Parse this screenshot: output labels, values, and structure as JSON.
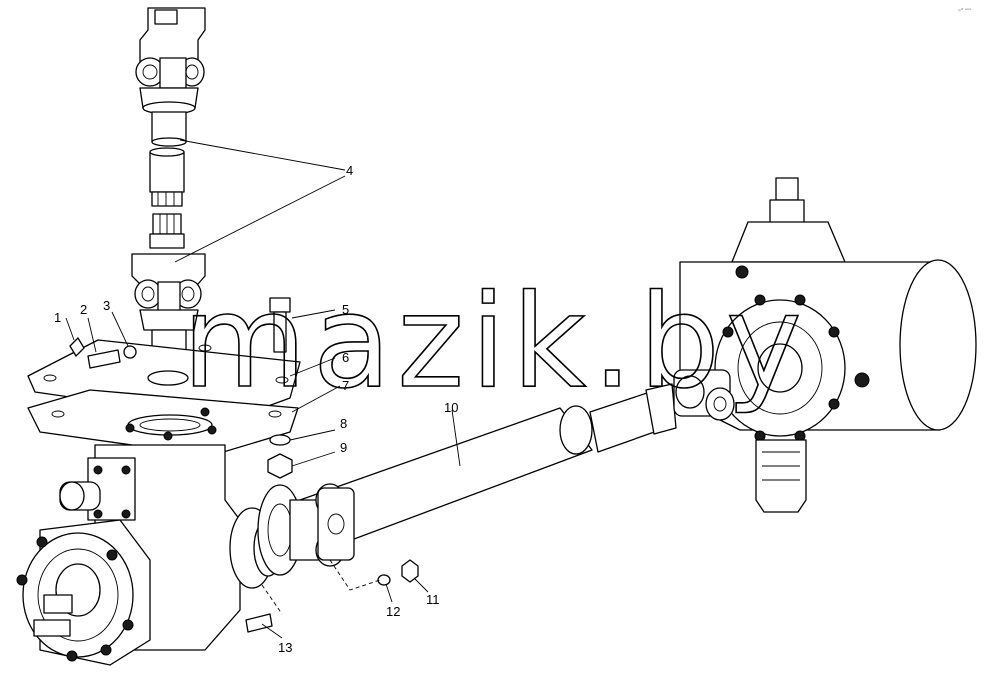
{
  "watermark": "mazik.by",
  "corner_mark": "⸰° ᵒᵒᵒ",
  "callouts": [
    "1",
    "2",
    "3",
    "4",
    "5",
    "6",
    "7",
    "8",
    "9",
    "10",
    "11",
    "12",
    "13"
  ],
  "colors": {
    "line": "#000000",
    "background": "#ffffff"
  }
}
